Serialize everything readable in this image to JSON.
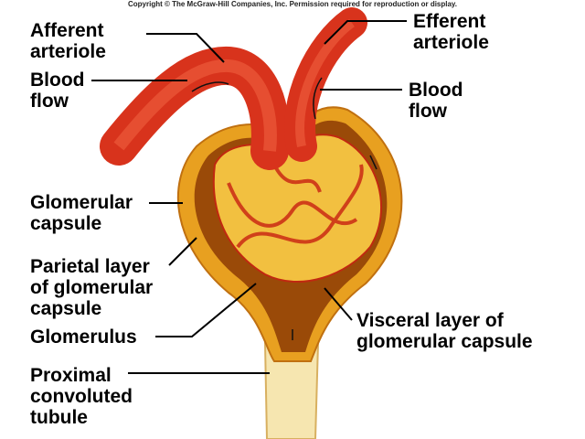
{
  "copyright": "Copyright © The McGraw-Hill Companies, Inc. Permission required for reproduction or display.",
  "labels": {
    "afferent_arteriole": "Afferent\narteriole",
    "blood_flow_left": "Blood\nflow",
    "efferent_arteriole": "Efferent\narteriole",
    "blood_flow_right": "Blood\nflow",
    "glomerular_capsule": "Glomerular\ncapsule",
    "parietal_layer": "Parietal layer\nof glomerular\ncapsule",
    "glomerulus": "Glomerulus",
    "visceral_layer": "Visceral layer of\nglomerular capsule",
    "proximal_tubule": "Proximal\nconvoluted\ntubule"
  },
  "colors": {
    "arteriole": "#d8331c",
    "capsule": "#e8a020",
    "capsule_inner": "#9a4a08",
    "glomerulus": "#f2c040",
    "tubule": "#f6e6b0"
  }
}
